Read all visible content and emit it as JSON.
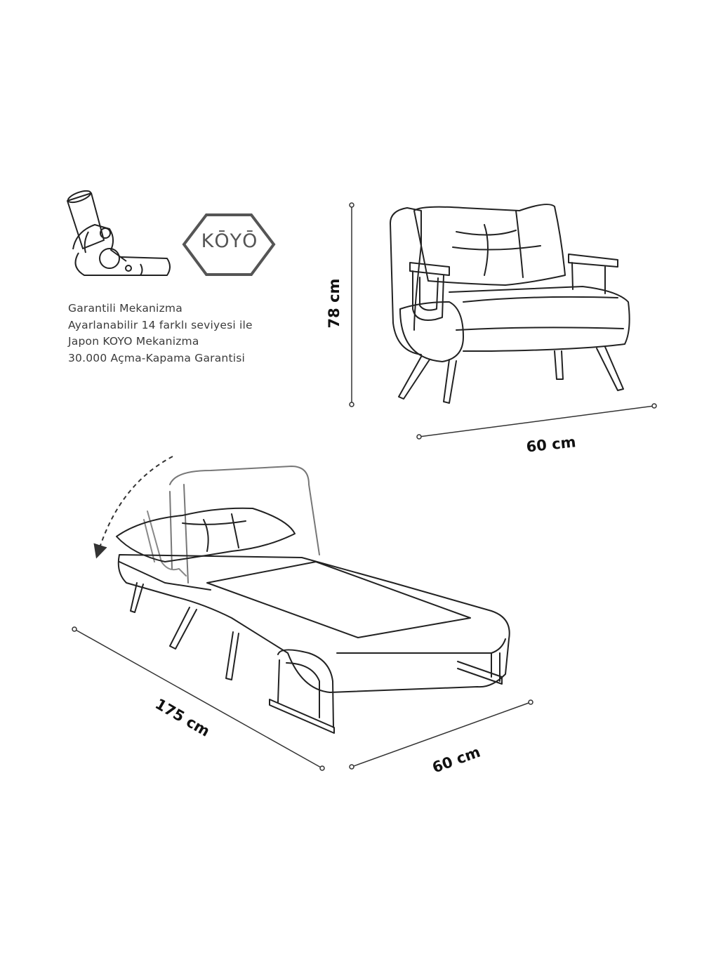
{
  "features": {
    "line1": "Garantili Mekanizma",
    "line2": "Ayarlanabilir 14 farklı seviyesi ile",
    "line3": "Japon KOYO Mekanizma",
    "line4": "30.000 Açma-Kapama Garantisi"
  },
  "logo": {
    "text": "KŌYŌ"
  },
  "dimensions": {
    "height": "78 cm",
    "width_sofa": "60 cm",
    "length_bed": "175 cm",
    "width_bed": "60 cm"
  },
  "icons": {
    "mechanism": "hinge-mechanism-icon",
    "logo_badge": "koyo-diamond-logo",
    "arrow": "dashed-recline-arrow-icon"
  },
  "colors": {
    "line": "#222222",
    "text": "#3b3b3b"
  }
}
